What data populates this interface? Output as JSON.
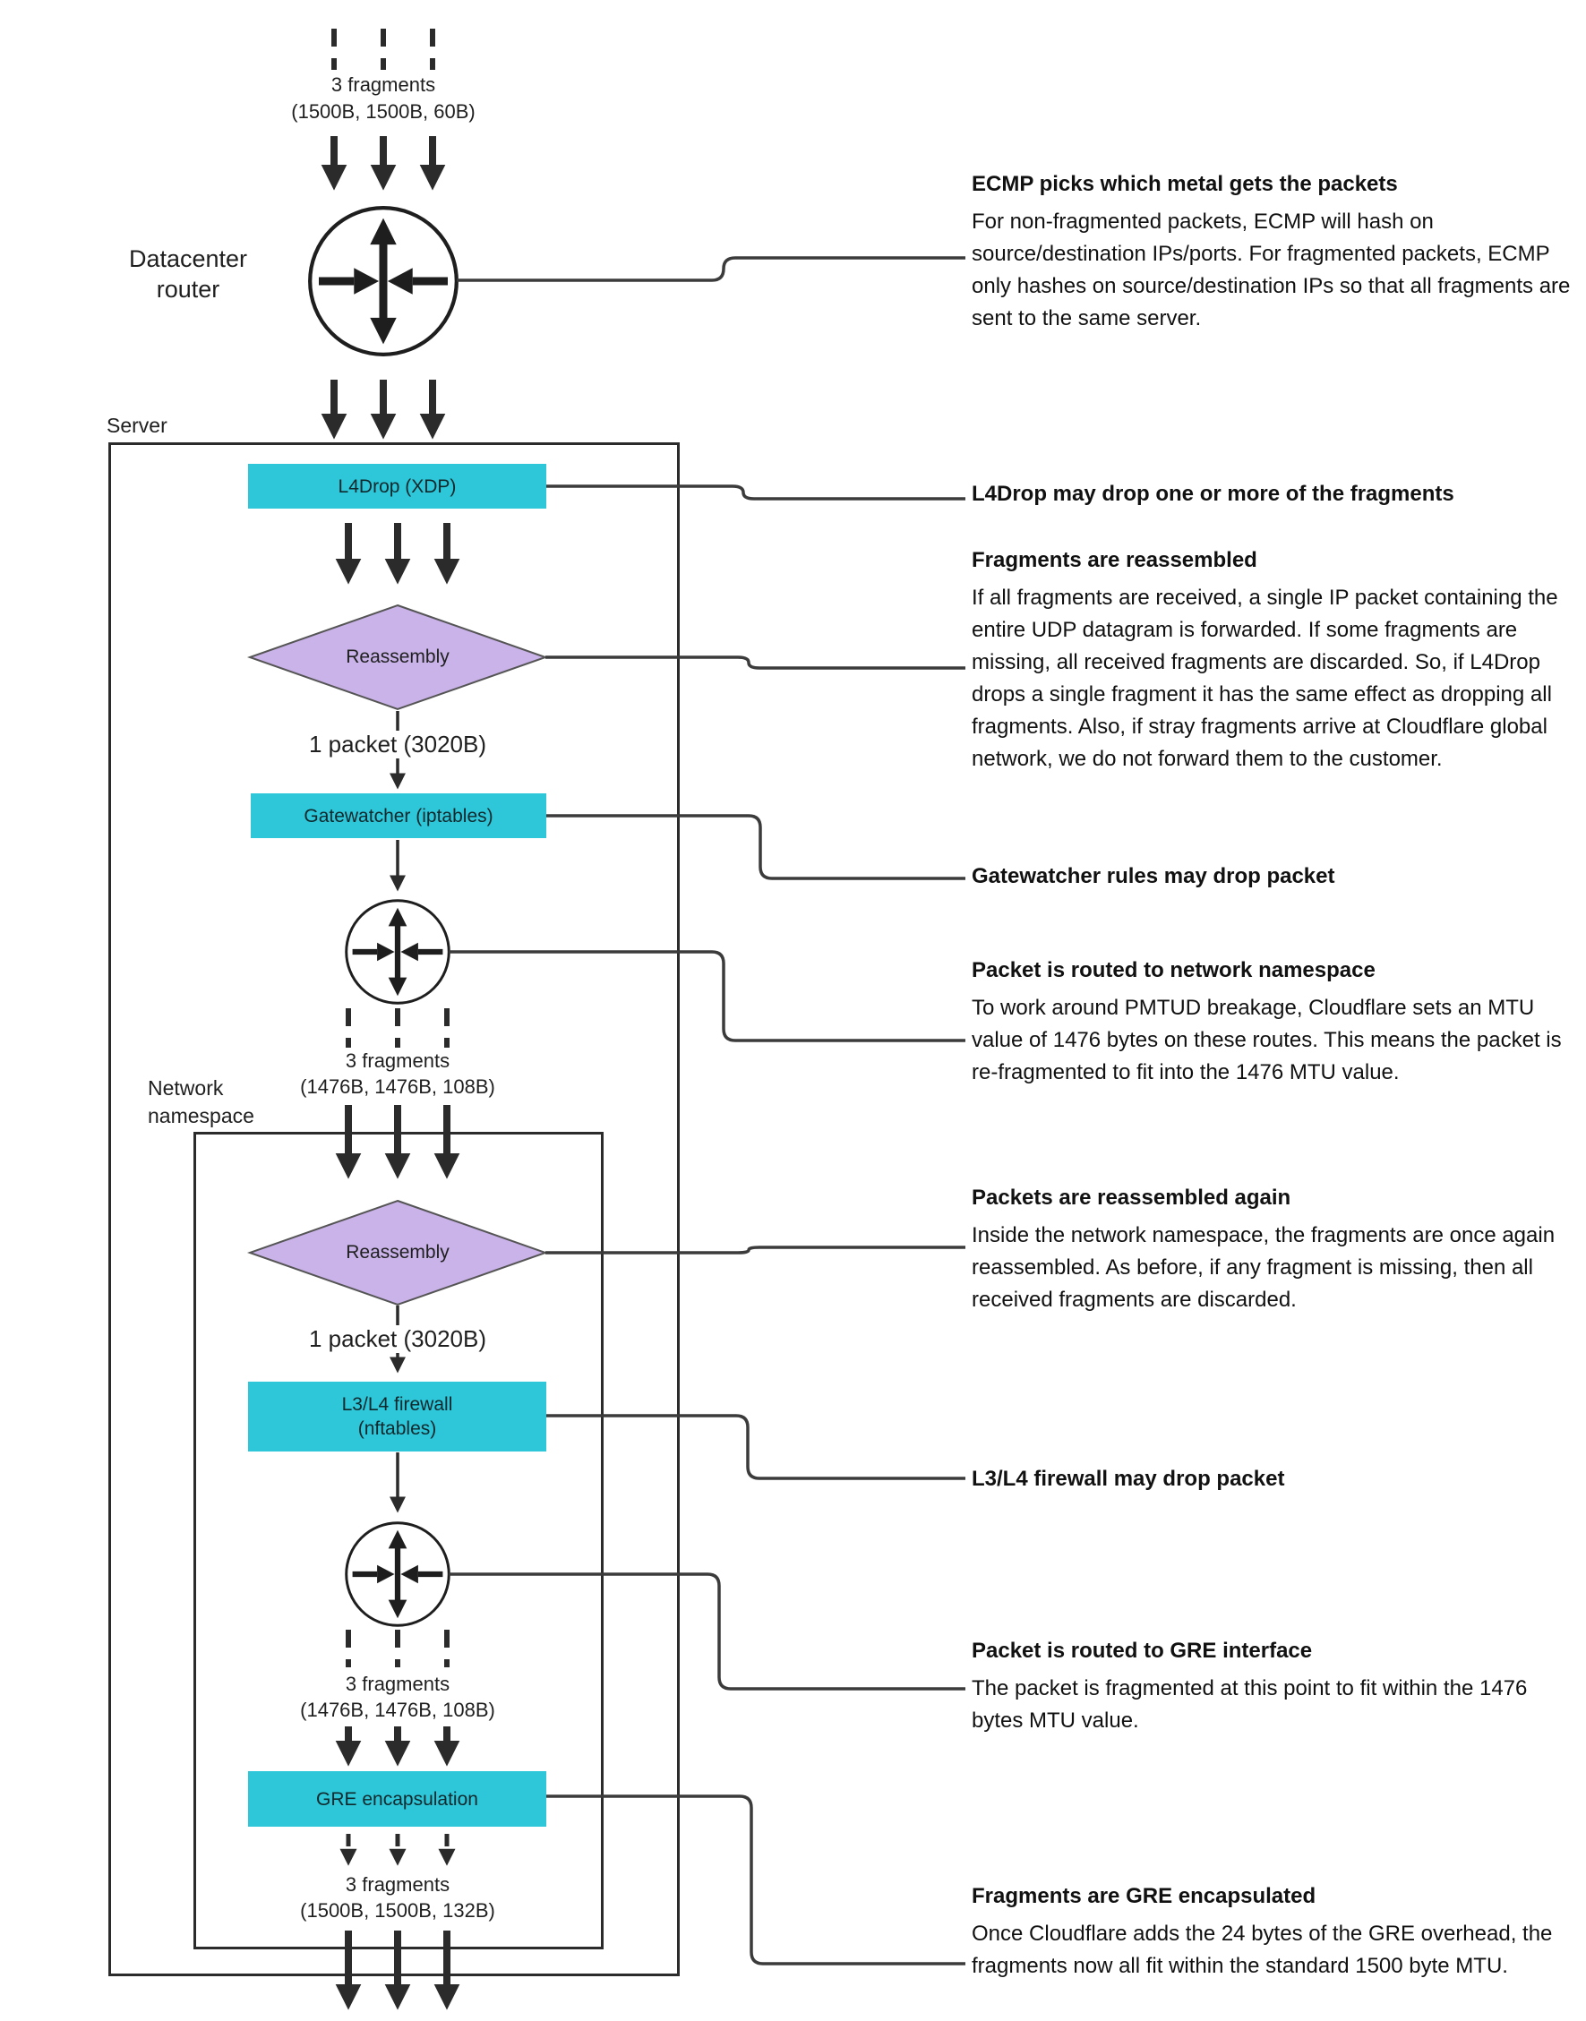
{
  "colors": {
    "cyan": "#2dc7d9",
    "purple": "#c9b3e9"
  },
  "top": {
    "fragments_label": "3 fragments",
    "fragments_sizes": "(1500B, 1500B, 60B)",
    "router_label": "Datacenter router"
  },
  "server": {
    "label": "Server",
    "l4drop": "L4Drop (XDP)",
    "reassembly": "Reassembly",
    "packet": "1 packet (3020B)",
    "gatewatcher": "Gatewatcher (iptables)",
    "fragments_label": "3 fragments",
    "fragments_sizes": "(1476B, 1476B, 108B)"
  },
  "namespace": {
    "label": "Network namespace",
    "reassembly": "Reassembly",
    "packet": "1 packet (3020B)",
    "firewall_label": "L3/L4 firewall",
    "firewall_sub": "(nftables)",
    "fragments_label": "3 fragments",
    "fragments_sizes": "(1476B, 1476B, 108B)",
    "gre": "GRE encapsulation",
    "out_fragments_label": "3 fragments",
    "out_fragments_sizes": "(1500B, 1500B, 132B)"
  },
  "annotations": [
    {
      "title": "ECMP picks which metal gets the packets",
      "body": "For non-fragmented packets, ECMP will hash on source/destination IPs/ports. For fragmented packets, ECMP only hashes on source/destination IPs so that all fragments are sent to the same server."
    },
    {
      "title": "L4Drop may drop one or more of the fragments",
      "body": ""
    },
    {
      "title": "Fragments are reassembled",
      "body": "If all fragments are received, a single IP packet containing the entire UDP datagram is forwarded. If some fragments are missing, all received fragments are discarded. So, if L4Drop drops a single fragment it has the same effect as dropping all fragments. Also, if stray fragments arrive at Cloudflare global network, we do not forward them to the customer."
    },
    {
      "title": "Gatewatcher rules may drop packet",
      "body": ""
    },
    {
      "title": "Packet is routed to network namespace",
      "body": "To work around PMTUD breakage, Cloudflare sets an MTU value of 1476 bytes on these routes. This means the packet is re-fragmented to fit into the 1476 MTU value."
    },
    {
      "title": "Packets are reassembled again",
      "body": "Inside the network namespace, the fragments are once again reassembled. As before, if any fragment is missing, then all received fragments are discarded."
    },
    {
      "title": "L3/L4 firewall may drop packet",
      "body": ""
    },
    {
      "title": "Packet is routed to GRE interface",
      "body": "The packet is fragmented at this point to fit within the 1476 bytes MTU value."
    },
    {
      "title": "Fragments are GRE encapsulated",
      "body": "Once Cloudflare adds the 24 bytes of the GRE overhead, the fragments now all fit within the standard 1500 byte MTU."
    }
  ]
}
